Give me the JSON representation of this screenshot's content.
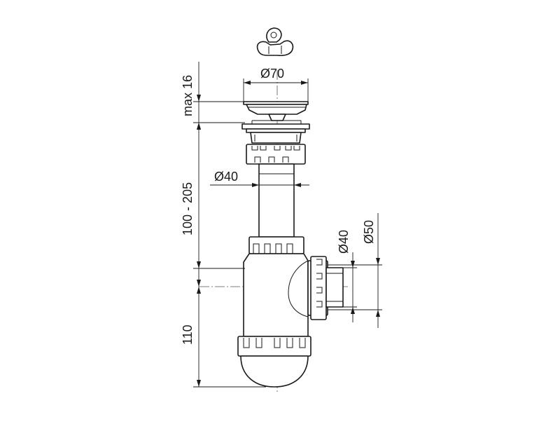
{
  "diagram": {
    "labels": {
      "max_plug_height": "max 16",
      "tube_length_range": "100 - 205",
      "trap_height": "110",
      "plug_diameter": "Ø70",
      "tube_diameter": "Ø40",
      "outlet_inner_diameter": "Ø40",
      "outlet_outer_diameter": "Ø50"
    },
    "colors": {
      "line": "#1a1a1a",
      "background": "#ffffff"
    }
  }
}
